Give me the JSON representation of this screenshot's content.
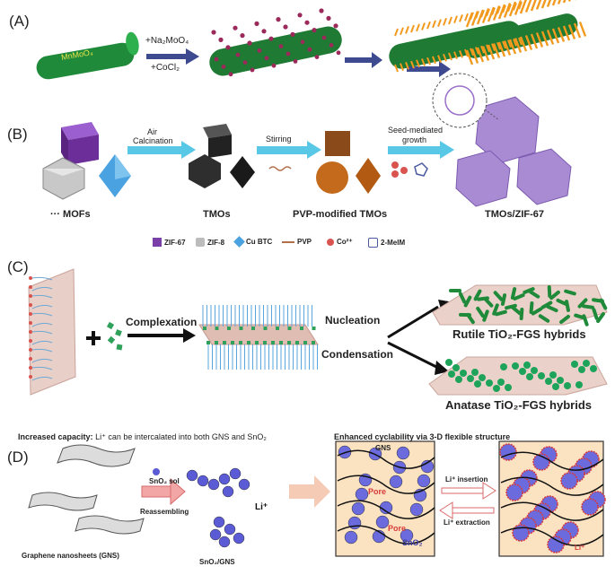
{
  "panels": {
    "a": {
      "label": "(A)",
      "rod_label": "MnMoO₄",
      "reagent_1": "+Na₂MoO₄",
      "reagent_2": "+CoCl₂"
    },
    "b": {
      "label": "(B)",
      "step1": "Air\nCalcination",
      "step1_line1": "Air",
      "step1_line2": "Calcination",
      "step2": "Stirring",
      "step3_line1": "Seed-mediated",
      "step3_line2": "growth",
      "caption_mofs": "··· MOFs",
      "caption_tmos": "TMOs",
      "caption_pvp": "PVP-modified TMOs",
      "caption_final": "TMOs/ZIF-67",
      "legend": [
        "ZIF-67",
        "ZIF-8",
        "Cu BTC",
        "PVP",
        "Co²⁺",
        "2-MeIM"
      ]
    },
    "c": {
      "label": "(C)",
      "step_complexation": "Complexation",
      "step_nucleation": "Nucleation",
      "step_condensation": "Condensation",
      "product_rutile": "Rutile TiO₂-FGS hybrids",
      "product_anatase": "Anatase TiO₂-FGS hybrids"
    },
    "d": {
      "label": "(D)",
      "capacity_heading": "Increased capacity:",
      "capacity_text": "Li⁺ can be intercalated into both GNS and SnO₂",
      "cyclability_heading": "Enhanced cyclability via 3-D flexible structure",
      "sno2_sol": "SnO₂ sol",
      "reassembling": "Reassembling",
      "li_plus": "Li⁺",
      "graphene_caption": "Graphene nanosheets (GNS)",
      "sno2_gns": "SnO₂/GNS",
      "gns": "GNS",
      "pore_1": "Pore",
      "pore_2": "Pore",
      "sno2": "SnO₂",
      "li_insertion": "Li⁺ insertion",
      "li_extraction": "Li⁺ extraction",
      "li_small": "Li⁺"
    }
  },
  "colors": {
    "rod_green": "#1f8a3a",
    "zif67_purple": "#7b3fa8",
    "zif8_gray": "#bcbcbc",
    "cubtc_blue": "#4aa3e0",
    "arrow_cyan": "#59c7e6",
    "arrow_navy": "#3d4a8f",
    "sphere_blue": "#5b5bd6",
    "anatase_green": "#1ea35a"
  }
}
